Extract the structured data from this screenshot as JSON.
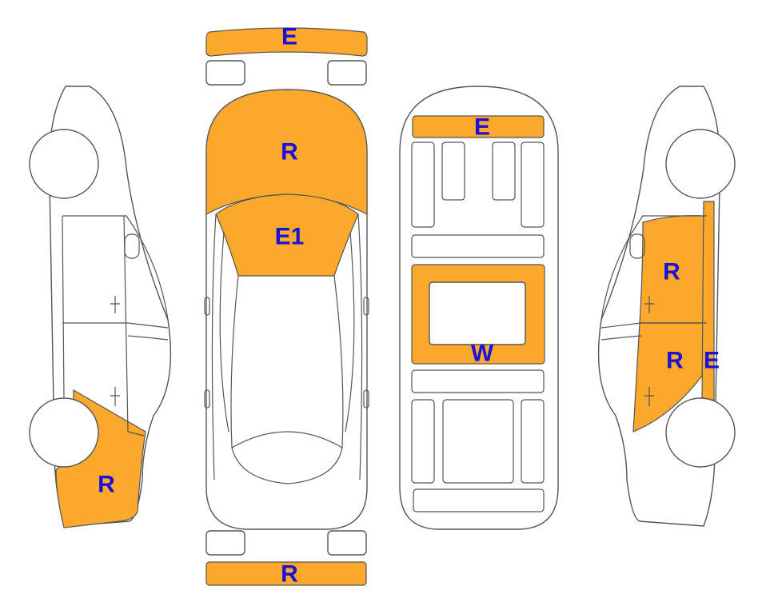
{
  "colors": {
    "damage_fill": "#FCA82C",
    "label_text": "#1A10D8",
    "outline": "#555555",
    "background": "#FFFFFF"
  },
  "labels": {
    "front_bumper": "E",
    "hood": "R",
    "windshield": "E1",
    "roof_front": "E",
    "roof_middle": "W",
    "rear_bumper": "R",
    "left_rear_quarter": "R",
    "right_front_door": "R",
    "right_rear_door": "R",
    "right_pillar": "E"
  }
}
